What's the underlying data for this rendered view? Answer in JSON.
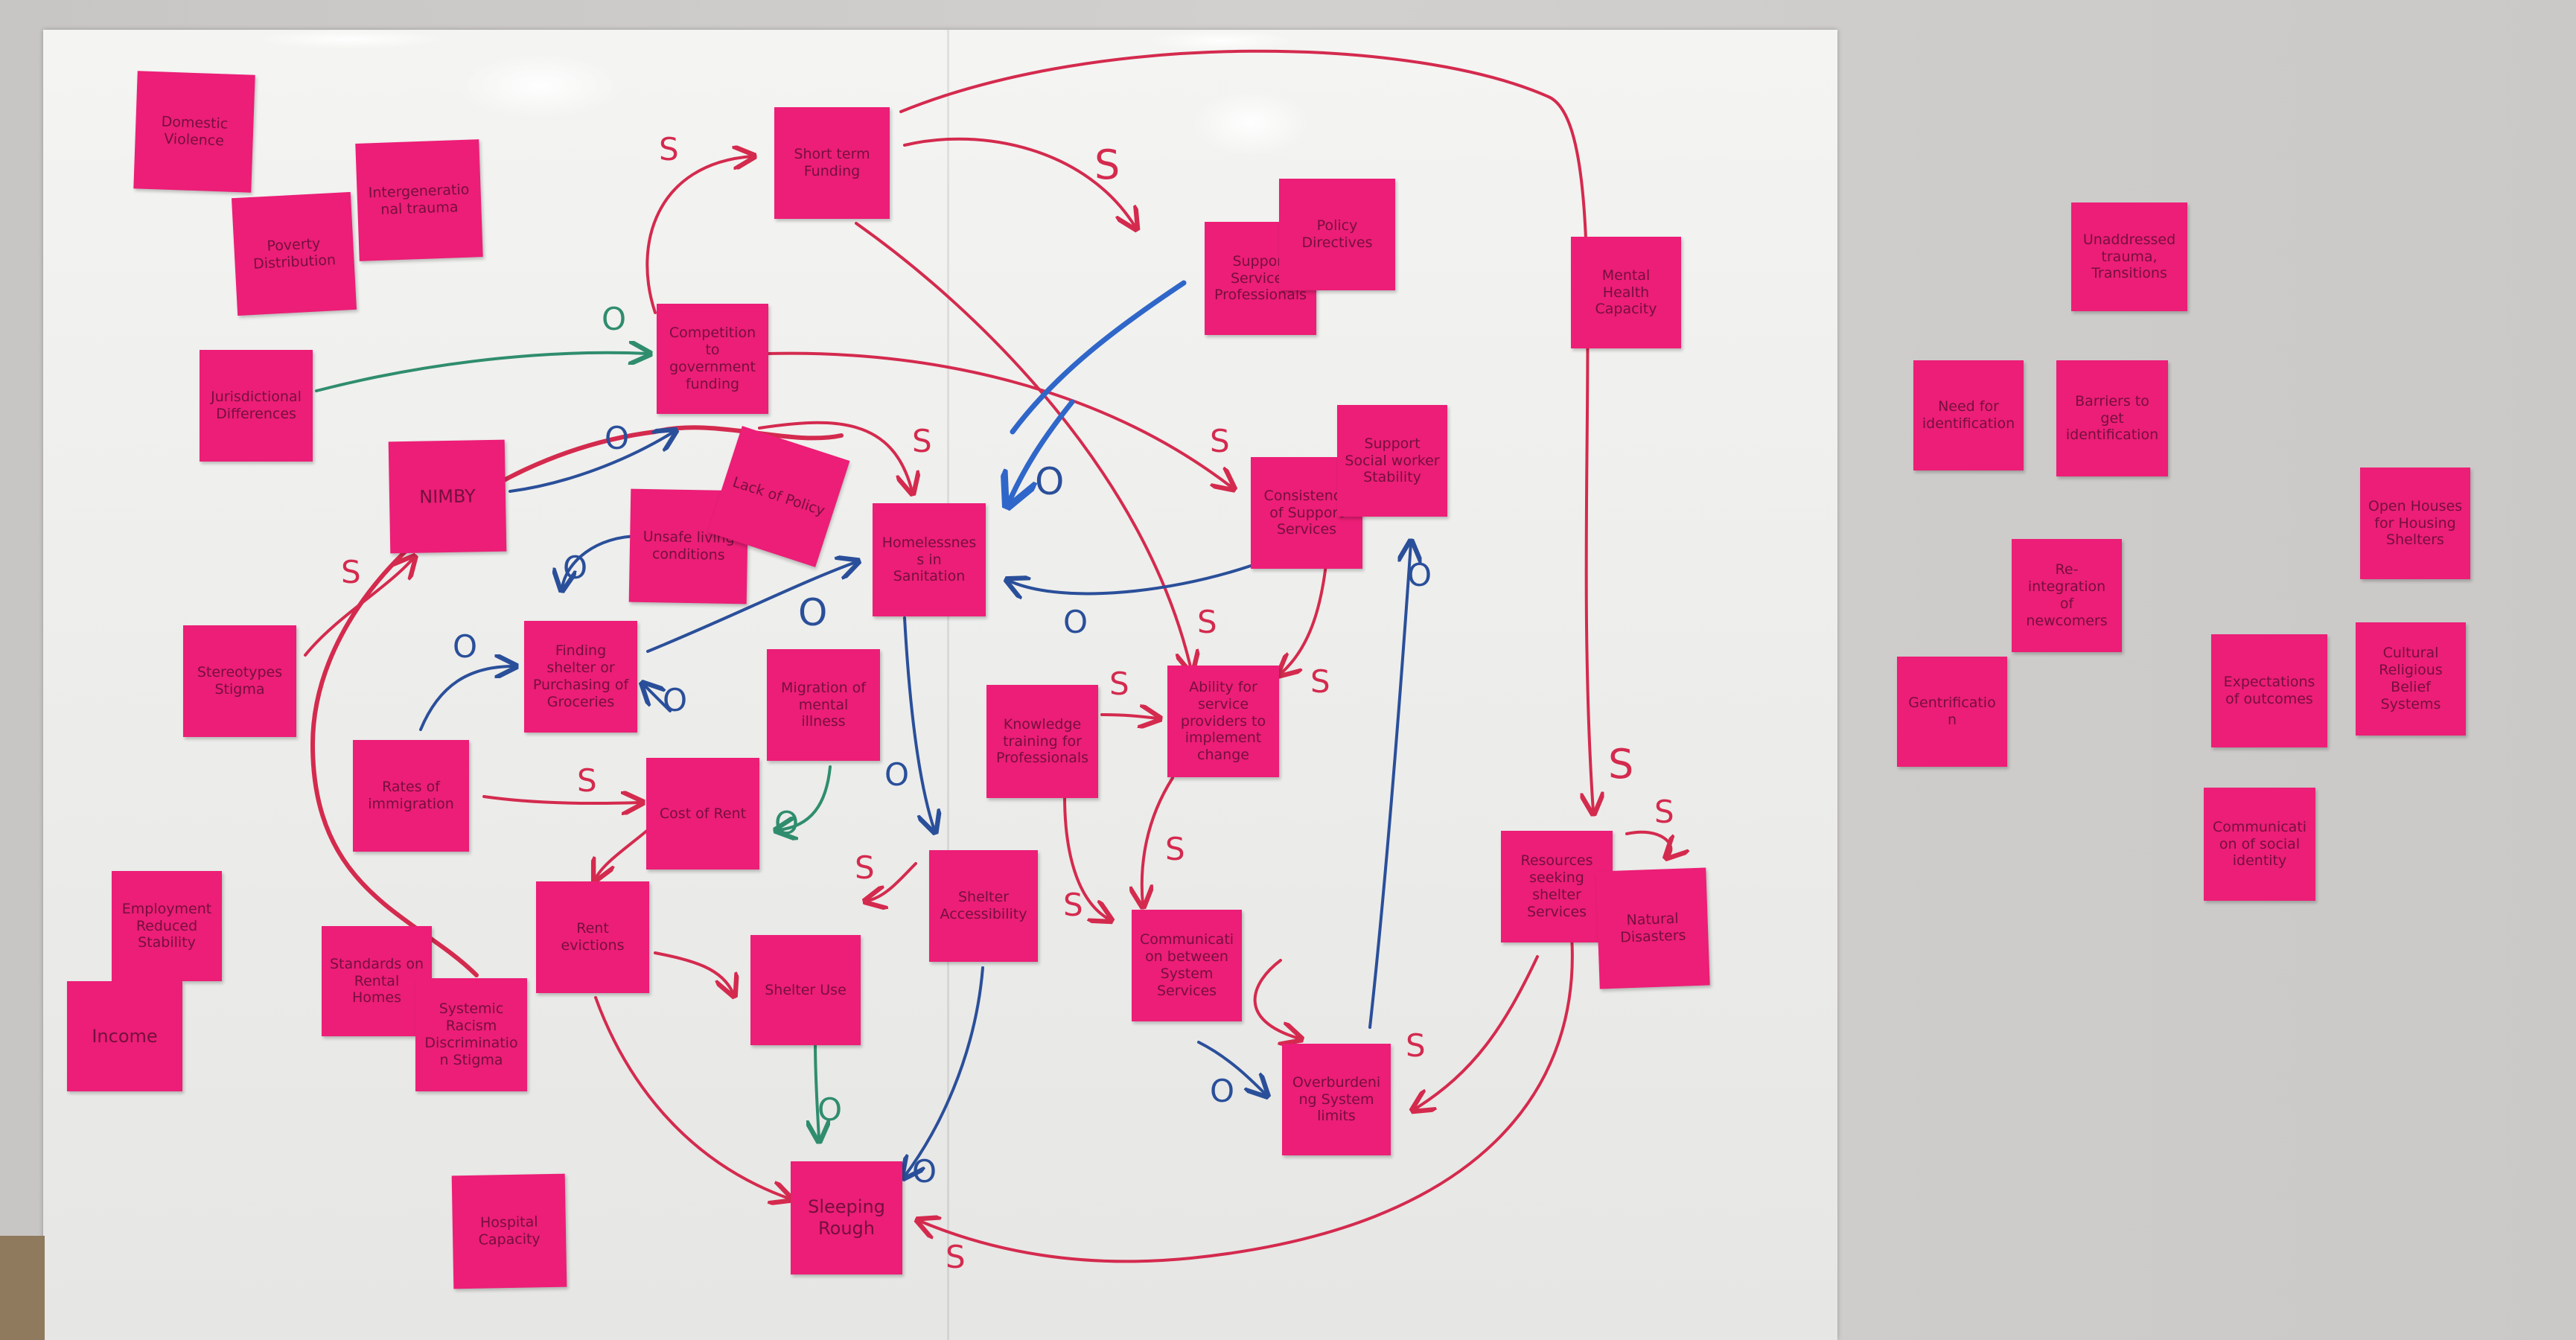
{
  "domain": "Diagram",
  "colors": {
    "note": "#ec1e77",
    "red_link": "#d42a4e",
    "blue_link": "#2a4f9a",
    "green_link": "#2f8d6e",
    "bright_blue_link": "#2f66c9"
  },
  "notes": {
    "domestic_violence": "Domestic Violence",
    "poverty_distribution": "Poverty Distribution",
    "intergenerational_trauma": "Intergenerational trauma",
    "jurisdictional_differences": "Jurisdictional Differences",
    "nimby": "NIMBY",
    "stereotypes_stigma": "Stereotypes Stigma",
    "employment_stability": "Employment Reduced Stability",
    "income": "Income",
    "short_term_funding": "Short term Funding",
    "competition_government_funding": "Competition to government funding",
    "unsafe_living_conditions": "Unsafe living conditions",
    "lack_policy": "Lack of Policy",
    "homelessness_in_sanitation": "Homelessness in Sanitation",
    "finding_shelter_affordability": "Finding shelter or Purchasing of Groceries",
    "rates_of_immigration": "Rates of immigration",
    "migration_of_mental_illness": "Migration of mental illness",
    "cost_of_rent": "Cost of Rent",
    "rent_evictions": "Rent evictions",
    "standards_rental_homes": "Standards on Rental Homes",
    "systemic_discrimination": "Systemic Racism Discrimination Stigma",
    "shelter_use": "Shelter Use",
    "hospital_capacity": "Hospital Capacity",
    "sleeping_rough": "Sleeping Rough",
    "shelter_accessibility": "Shelter Accessibility",
    "knowledge_training_professionals": "Knowledge training for Professionals",
    "ability_services_change": "Ability for service providers to implement change",
    "communication_system_services": "Communication between System Services",
    "support_services_professionals": "Support Services Professionals",
    "policy_directives": "Policy Directives",
    "mental_health_capacity": "Mental Health Capacity",
    "consistency_support_services": "Consistency of Support Services",
    "support_social_worker_stability": "Support Social worker Stability",
    "overburdening_system": "Overburdening System limits",
    "resources_seeking_shelter_services": "Resources seeking shelter Services",
    "natural_disasters": "Natural Disasters",
    "unaddressed_trauma": "Unaddressed trauma, Transitions",
    "need_for_identification": "Need for identification",
    "barriers_identification": "Barriers to get identification",
    "gentrification": "Gentrification",
    "re_integration_newcomers": "Re-integration of newcomers",
    "open_houses_shelters": "Open Houses for Housing Shelters",
    "expectations_of_outcomes": "Expectations of outcomes",
    "cultural_religious_belief": "Cultural Religious Belief Systems",
    "communication_social_identity": "Communication of social identity"
  },
  "polarity": {
    "s": "S",
    "o": "O"
  }
}
